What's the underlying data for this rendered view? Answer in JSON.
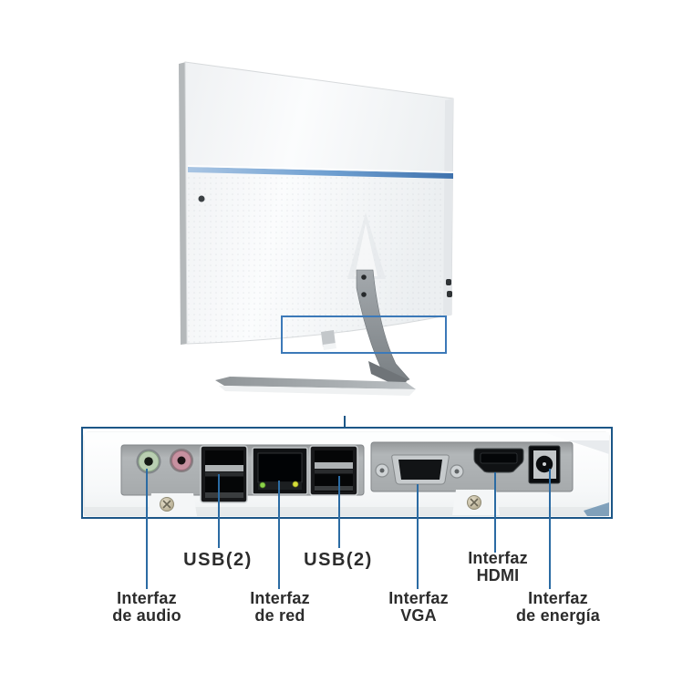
{
  "figure": {
    "type": "product-rear-view-with-port-callouts",
    "device": "all-in-one-monitor-back"
  },
  "labels": {
    "usb_left": "USB(2)",
    "usb_right": "USB(2)",
    "audio": {
      "l1": "Interfaz",
      "l2": "de audio"
    },
    "network": {
      "l1": "Interfaz",
      "l2": "de red"
    },
    "vga": {
      "l1": "Interfaz",
      "l2": "VGA"
    },
    "hdmi": {
      "l1": "Interfaz",
      "l2": "HDMI"
    },
    "power": {
      "l1": "Interfaz",
      "l2": "de energía"
    }
  },
  "ports": [
    {
      "icon": "audio-jack-green-icon",
      "ring_color": "#b9cfb2"
    },
    {
      "icon": "mic-jack-pink-icon",
      "ring_color": "#c791a0"
    },
    {
      "icon": "usb-double-port-icon"
    },
    {
      "icon": "ethernet-rj45-icon",
      "led_colors": [
        "#8bd34a",
        "#d6de3a"
      ]
    },
    {
      "icon": "usb-double-port-icon"
    },
    {
      "icon": "vga-port-icon"
    },
    {
      "icon": "hdmi-port-icon"
    },
    {
      "icon": "dc-power-jack-icon"
    }
  ],
  "colors": {
    "callout_line": "#2b6ba3",
    "panel_frame": "#1c5687",
    "highlight_box": "#3c79b8",
    "label_text": "#2c2c2c",
    "monitor_stripe": "#4a7ab5"
  }
}
